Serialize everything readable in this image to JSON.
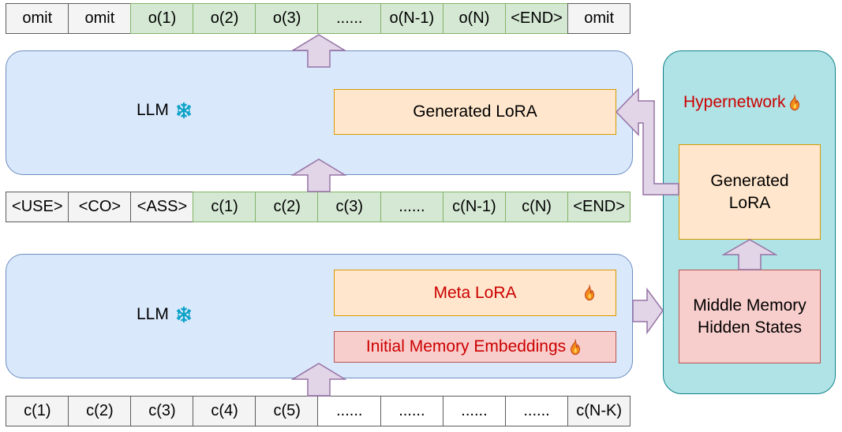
{
  "top_output_row": [
    "omit",
    "omit",
    "o(1)",
    "o(2)",
    "o(3)",
    "......",
    "o(N-1)",
    "o(N)",
    "<END>",
    "omit"
  ],
  "top_output_styles": [
    "gray",
    "gray",
    "green",
    "green",
    "green",
    "green",
    "green",
    "green",
    "green",
    "gray"
  ],
  "middle_input_row": [
    "<USE>",
    "<CO>",
    "<ASS>",
    "c(1)",
    "c(2)",
    "c(3)",
    "......",
    "c(N-1)",
    "c(N)",
    "<END>"
  ],
  "middle_input_styles": [
    "gray",
    "gray",
    "gray",
    "green",
    "green",
    "green",
    "green",
    "green",
    "green",
    "green"
  ],
  "bottom_input_row": [
    "c(1)",
    "c(2)",
    "c(3)",
    "c(4)",
    "c(5)",
    "......",
    "......",
    "......",
    "......",
    "c(N-K)"
  ],
  "bottom_input_styles": [
    "gray",
    "gray",
    "gray",
    "gray",
    "gray",
    "white",
    "white",
    "white",
    "white",
    "gray"
  ],
  "upper_llm": {
    "label": "LLM",
    "icon": "snowflake-icon",
    "module_label": "Generated LoRA"
  },
  "lower_llm": {
    "label": "LLM",
    "icon": "snowflake-icon",
    "meta_lora_label": "Meta LoRA",
    "meta_lora_icon": "fire-icon",
    "memory_label": "Initial Memory Embeddings",
    "memory_icon": "fire-icon"
  },
  "hypernetwork": {
    "title": "Hypernetwork",
    "title_icon": "fire-icon",
    "generated_label_line1": "Generated",
    "generated_label_line2": "LoRA",
    "hidden_label_line1": "Middle Memory",
    "hidden_label_line2": "Hidden States"
  },
  "colors": {
    "llm_fill": "#dae8fc",
    "llm_border": "#6c8ebf",
    "hyper_fill": "#b0e3e6",
    "hyper_border": "#0e8088",
    "lora_fill": "#ffe6cc",
    "lora_border": "#d79b00",
    "memory_fill": "#f8cecc",
    "memory_border": "#b85450",
    "green_fill": "#d5e8d4",
    "green_border": "#82b366",
    "arrow_fill": "#e1d5e7",
    "arrow_border": "#9673a6",
    "accent_red": "#cc0000"
  }
}
